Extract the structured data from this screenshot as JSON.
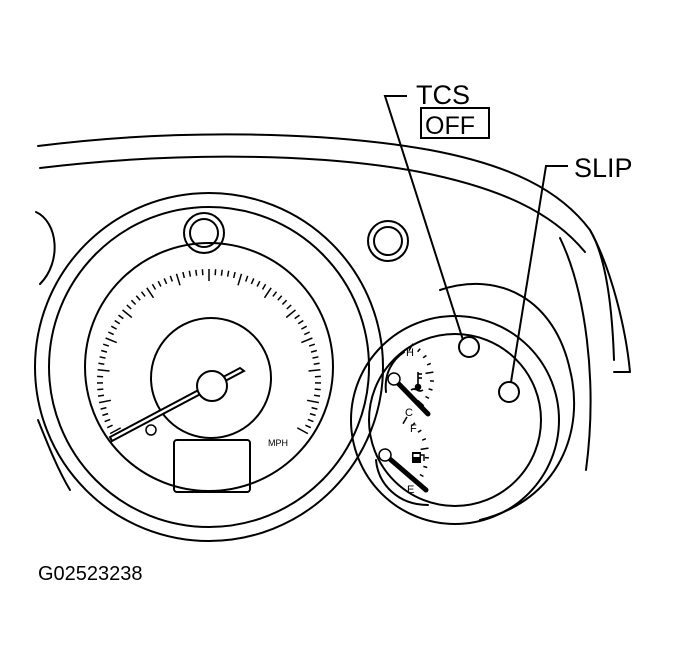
{
  "callouts": {
    "tcs_label": "TCS",
    "off_label": "OFF",
    "slip_label": "SLIP"
  },
  "speedometer": {
    "unit_label": "MPH"
  },
  "temp_gauge": {
    "hot_label": "H",
    "cold_label": "C"
  },
  "fuel_gauge": {
    "full_label": "F",
    "empty_label": "E"
  },
  "figure_code": "G02523238",
  "icons": {
    "temp": "coolant-temperature-icon",
    "fuel": "fuel-pump-icon"
  },
  "colors": {
    "line": "#000000",
    "background": "#ffffff"
  }
}
